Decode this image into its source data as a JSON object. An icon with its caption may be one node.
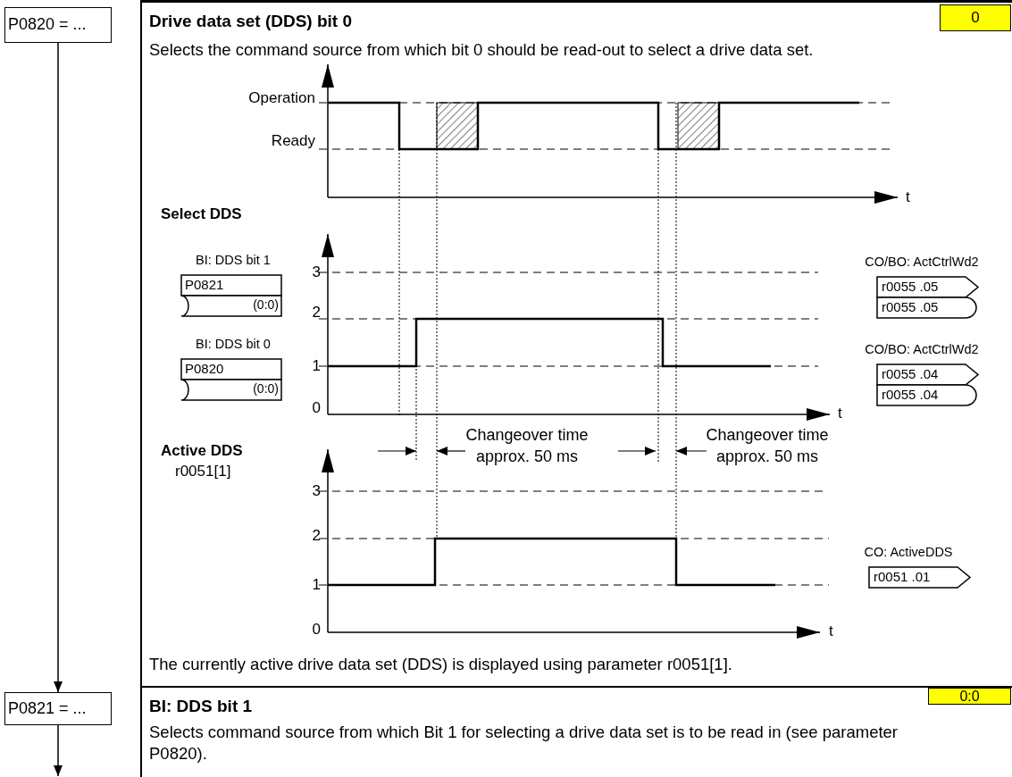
{
  "diagram": {
    "nodes": [
      {
        "text": [
          "P0820 = ..."
        ]
      },
      {
        "text": [
          "Drive data set (DDS) bit 0",
          "Selects the command source from which bit 0 should be read-out to select a drive data set.",
          "The currently active drive data set (DDS) is displayed using parameter r0051[1]."
        ]
      },
      {
        "text": [
          "0"
        ],
        "in": 1
      },
      {
        "text": [
          "BI: DDS bit 1",
          "P0821",
          "(0:0)"
        ],
        "in": 1
      },
      {
        "text": [
          "BI: DDS bit 0",
          "P0820",
          "(0:0)"
        ],
        "in": 1
      },
      {
        "text": [
          "CO/BO: ActCtrlWd2",
          "r0055 .05",
          "r0055 .05"
        ],
        "in": 1
      },
      {
        "text": [
          "CO/BO: ActCtrlWd2",
          "r0055 .04",
          "r0055 .04"
        ],
        "in": 1
      },
      {
        "text": [
          "CO: ActiveDDS",
          "r0051 .01"
        ],
        "in": 1
      },
      {
        "text": [
          "P0821 = ..."
        ]
      },
      {
        "text": [
          "BI: DDS bit 1",
          "Selects command source from which Bit 1 for selecting a drive data set is to be read in (see parameter P0820)."
        ]
      },
      {
        "text": [
          "0:0"
        ],
        "in": 9
      }
    ],
    "edges": [
      {
        "from": 0,
        "to": 8,
        "arrow": "to"
      },
      {
        "from": 8,
        "to": null,
        "arrow": "to"
      }
    ],
    "labels": [
      "Operation",
      "Ready",
      "t",
      "Select DDS",
      "3",
      "2",
      "1",
      "0",
      "t",
      "Changeover time approx. 50 ms",
      "Changeover time approx. 50 ms",
      "Active DDS",
      "r0051[1]",
      "3",
      "2",
      "1",
      "0",
      "t"
    ]
  }
}
